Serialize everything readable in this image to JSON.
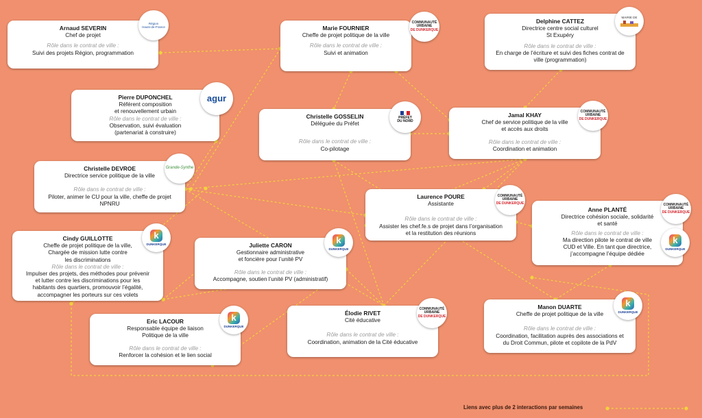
{
  "colors": {
    "background": "#F0906E",
    "link": "#F3D23C",
    "card": "#FFFFFF",
    "role_label": "#9A9A9A"
  },
  "role_label": "Rôle dans le contrat de ville :",
  "people": {
    "severin": {
      "name": "Arnaud SEVERIN",
      "title": "Chef de projet",
      "role": "Suivi des projets Région, programmation",
      "logo": "region-hauts-de-france-logo"
    },
    "fournier": {
      "name": "Marie FOURNIER",
      "title": "Cheffe de projet politique de la ville",
      "role": "Suivi et animation",
      "logo": "communaute-urbaine-dunkerque-logo"
    },
    "cattez": {
      "name": "Delphine CATTEZ",
      "title": "Directrice centre social culturel\nSt Exupéry",
      "role": "En charge de l’écriture et suivi des fiches contrat de\nville (programmation)",
      "logo": "mairie-logo"
    },
    "duponchel": {
      "name": "Pierre DUPONCHEL",
      "title": "Référent composition\net renouvellement urbain",
      "role": "Observation, suivi évaluation\n(partenariat à construire)",
      "logo": "agur-logo"
    },
    "gosselin": {
      "name": "Christelle GOSSELIN",
      "title": "Déléguée du Préfet",
      "role": "Co-pilotage",
      "logo": "prefet-du-nord-logo"
    },
    "khay": {
      "name": "Jamal KHAY",
      "title": "Chef de service politique de la ville\net accès aux droits",
      "role": "Coordination et animation",
      "logo": "communaute-urbaine-dunkerque-logo"
    },
    "devroe": {
      "name": "Christelle DEVROE",
      "title": "Directrice service politique de la ville",
      "role": "Piloter, animer le CU pour la ville, cheffe de projet\nNPNRU",
      "logo": "grande-synthe-logo"
    },
    "poure": {
      "name": "Laurence POURE",
      "title": "Assistante",
      "role": "Assister les chef.fe.s de projet dans l’organisation\net la restitution des réunions",
      "logo": "communaute-urbaine-dunkerque-logo"
    },
    "plante": {
      "name": "Anne PLANTÉ",
      "title": "Directrice cohésion sociale, solidarité\net santé",
      "role": "Ma direction pilote le contrat de ville\nCUD et Ville. En tant que directrice,\nj’accompagne l’équipe dédiée",
      "logo": "communaute-urbaine-dunkerque-logo"
    },
    "guillotte": {
      "name": "Cindy GUILLOTTE",
      "title": "Cheffe de projet politique de la ville,\nChargée de mission lutte contre\nles discriminations",
      "role": "Impulser des projets, des méthodes pour prévenir\net lutter contre les discriminations pour les\nhabitants des quartiers, promouvoir l’égalité,\naccompagner les porteurs sur ces volets",
      "logo": "dunkerque-logo"
    },
    "caron": {
      "name": "Juliette CARON",
      "title": "Gestionnaire administrative\net foncière pour l’unité PV",
      "role": "Accompagne, soutien l’unité PV (administratif)",
      "logo": "dunkerque-logo"
    },
    "lacour": {
      "name": "Eric LACOUR",
      "title": "Responsable équipe de liaison\nPolitique de la ville",
      "role": "Renforcer la cohésion et le lien social",
      "logo": "dunkerque-logo"
    },
    "rivet": {
      "name": "Élodie RIVET",
      "title": "Cité éducative",
      "role": "Coordination, animation de la Cité éducative",
      "logo": "communaute-urbaine-dunkerque-logo"
    },
    "duarte": {
      "name": "Manon DUARTE",
      "title": "Cheffe de projet politique de la ville",
      "role": "Coordination, facilitation auprès des associations et\ndu Droit Commun, pilote et copilote de la PdV",
      "logo": "dunkerque-logo"
    }
  },
  "logo_text": {
    "cud_line1": "COMMUNAUTÉ",
    "cud_line2": "URBAINE",
    "cud_line3": "DE DUNKERQUE",
    "dunkerque": "DUNKERQUE",
    "prefet_line1": "PRÉFET",
    "prefet_line2": "DU NORD",
    "agur": "agur",
    "region_line1": "Région",
    "region_line2": "Hauts-de-France",
    "mairie": "MAIRIE DE",
    "grande": "Grande-Synthe"
  },
  "legend": {
    "label": "Liens avec plus de 2 interactions par semaines"
  }
}
